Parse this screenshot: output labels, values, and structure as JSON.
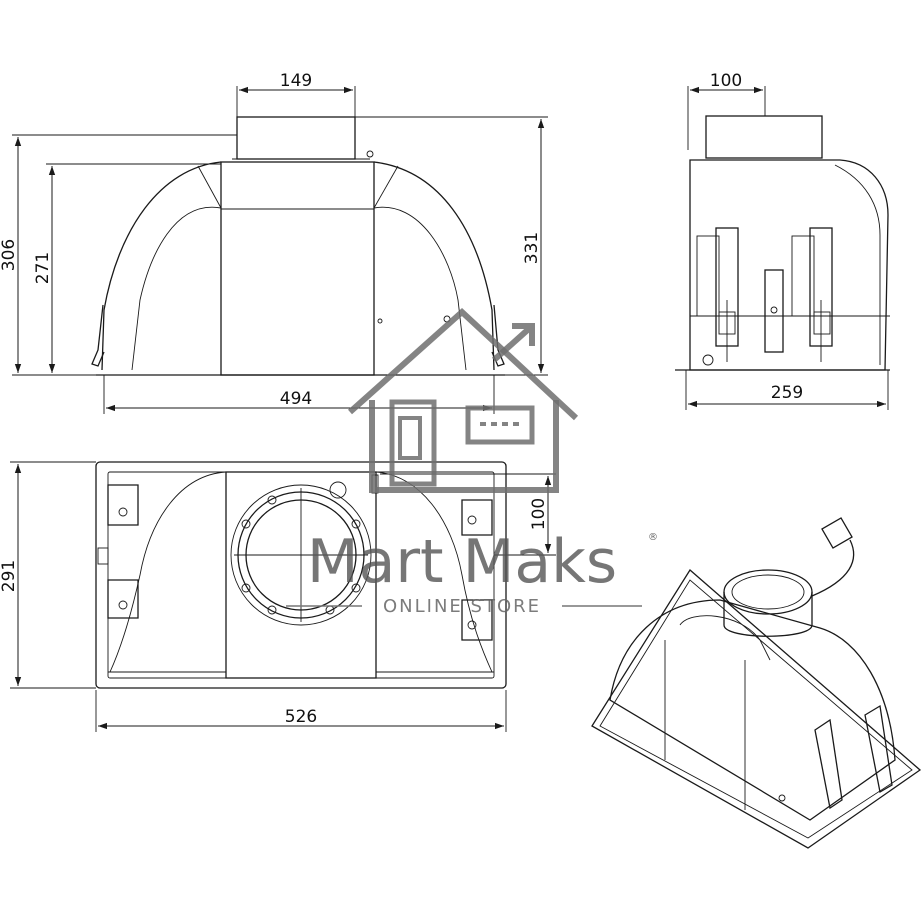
{
  "dimensions": {
    "front_top_width": "149",
    "front_total_height": "306",
    "front_body_height": "271",
    "front_right_height": "331",
    "front_width": "494",
    "side_top_width": "100",
    "side_width": "259",
    "plan_depth": "291",
    "plan_offset": "100",
    "plan_width": "526"
  },
  "watermark": {
    "brand": "Mart Maks",
    "registered_mark": "®",
    "subtitle": "ONLINE STORE",
    "icon": "house-with-appliances-icon"
  },
  "colors": {
    "line": "#1a1a1a",
    "watermark": "#6e6e6e"
  }
}
